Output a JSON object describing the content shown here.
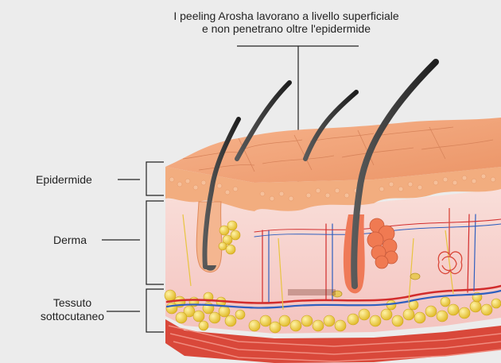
{
  "callout": {
    "line1": "I peeling Arosha lavorano a livello superficiale",
    "line2": "e non penetrano oltre l'epidermide"
  },
  "layers": {
    "epidermis": "Epidermide",
    "dermis": "Derma",
    "subcutis_line1": "Tessuto",
    "subcutis_line2": "sottocutaneo"
  },
  "colors": {
    "background": "#ececec",
    "epidermis": "#f0a277",
    "dermis": "#f7d3cf",
    "fat": "#f3d642",
    "hair": "#3a3a3a",
    "muscle": "#d9483a"
  }
}
